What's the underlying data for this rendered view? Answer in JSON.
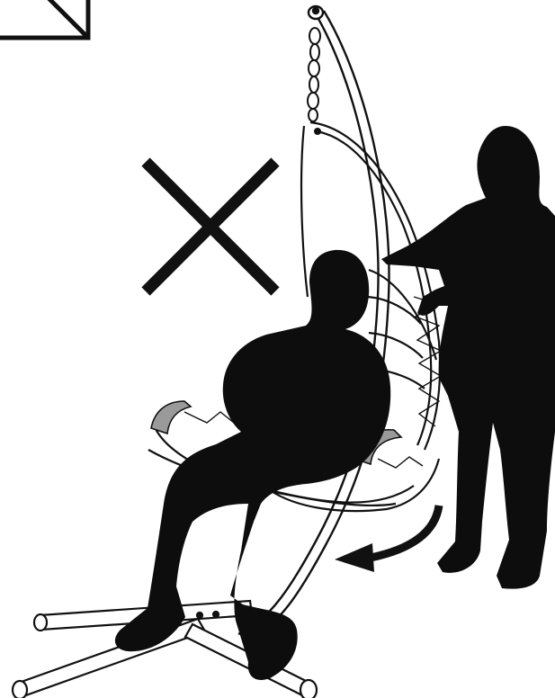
{
  "figure": {
    "kind": "assembly-instruction-illustration",
    "warning_mark": "x-mark",
    "motion_indicator": "curved-arrow",
    "colors": {
      "background": "#ffffff",
      "ink": "#111111",
      "silhouette": "#0d0d0d",
      "armrest_pad": "#9a9a9a"
    }
  }
}
